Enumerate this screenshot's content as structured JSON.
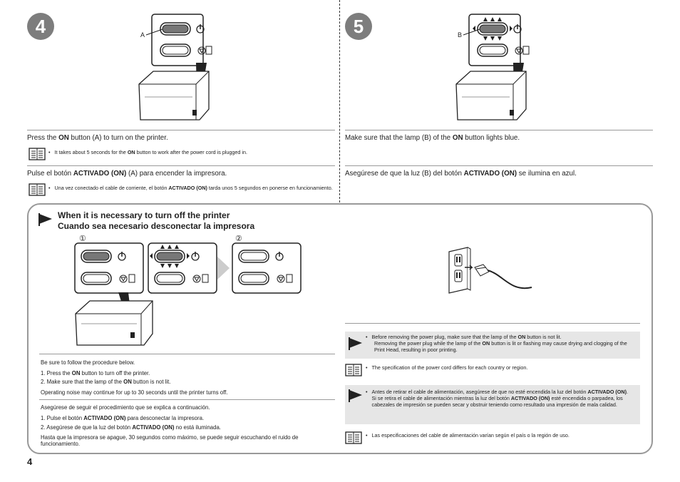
{
  "steps": {
    "step4": {
      "number": "4",
      "label_a": "A"
    },
    "step5": {
      "number": "5",
      "label_b": "B"
    }
  },
  "left": {
    "en_main_pre": "Press the ",
    "en_main_bold": "ON",
    "en_main_post": " button (A) to turn on the printer.",
    "en_note_pre": "It takes about 5 seconds for the ",
    "en_note_bold": "ON",
    "en_note_post": " button to work after the power cord is plugged in.",
    "es_main_pre": "Pulse el botón ",
    "es_main_bold": "ACTIVADO (ON)",
    "es_main_post": " (A) para encender la impresora.",
    "es_note_pre": "Una vez conectado el cable de corriente, el botón ",
    "es_note_bold": "ACTIVADO (ON)",
    "es_note_post": " tarda unos 5 segundos en ponerse en funcionamiento."
  },
  "right": {
    "en_main_pre": "Make sure that the lamp (B) of the ",
    "en_main_bold": "ON",
    "en_main_post": " button lights blue.",
    "es_main_pre": "Asegúrese de que la luz (B) del botón ",
    "es_main_bold": "ACTIVADO (ON)",
    "es_main_post": " se ilumina en azul."
  },
  "turnoff": {
    "title_en": "When it is necessary to turn off the printer",
    "title_es": "Cuando sea necesario desconectar la impresora",
    "marker1": "①",
    "marker2": "②",
    "en_intro": "Be sure to follow the procedure below.",
    "en_step1_pre": "1. Press the ",
    "en_step1_bold": "ON",
    "en_step1_post": " button to turn off the printer.",
    "en_step2_pre": "2. Make sure that the lamp of the ",
    "en_step2_bold": "ON",
    "en_step2_post": " button is not lit.",
    "en_noise": "Operating noise may continue for up to 30 seconds until the printer turns off.",
    "es_intro": "Asegúrese de seguir el procedimiento que se explica a continuación.",
    "es_step1_pre": "1. Pulse el botón ",
    "es_step1_bold": "ACTIVADO (ON)",
    "es_step1_post": " para desconectar la impresora.",
    "es_step2_pre": "2. Asegúrese de que la luz del botón ",
    "es_step2_bold": "ACTIVADO (ON)",
    "es_step2_post": " no está iluminada.",
    "es_noise": "Hasta que la impresora se apague, 30 segundos como máximo, se puede seguir escuchando el ruido de funcionamiento.",
    "caution_en_1_pre": "Before removing the power plug, make sure that the lamp of the ",
    "caution_en_1_bold": "ON",
    "caution_en_1_post": " button is not lit.",
    "caution_en_2_pre": "Removing the power plug while the lamp of the ",
    "caution_en_2_bold": "ON",
    "caution_en_2_post": " button is lit or flashing may cause drying and clogging of the Print Head, resulting in poor printing.",
    "note_en": "The specification of the power cord differs for each country or region.",
    "caution_es_pre": "Antes de retirar el cable de alimentación, asegúrese de que no esté encendida la luz del botón ",
    "caution_es_bold1": "ACTIVADO (ON)",
    "caution_es_mid": ". Si se retira el cable de alimentación mientras la luz del botón ",
    "caution_es_bold2": "ACTIVADO (ON)",
    "caution_es_post": " esté encendida o parpadea, los cabezales de impresión se pueden secar y obstruir teniendo como resultado una impresión de mala calidad.",
    "note_es": "Las especificaciones del cable de alimentación varían según el país o la región de uso."
  },
  "page_number": "4",
  "colors": {
    "rule": "#9a9a9a",
    "step_circle": "#7d7d7d",
    "caution_bg": "#e6e6e6",
    "box_border": "#999999"
  }
}
